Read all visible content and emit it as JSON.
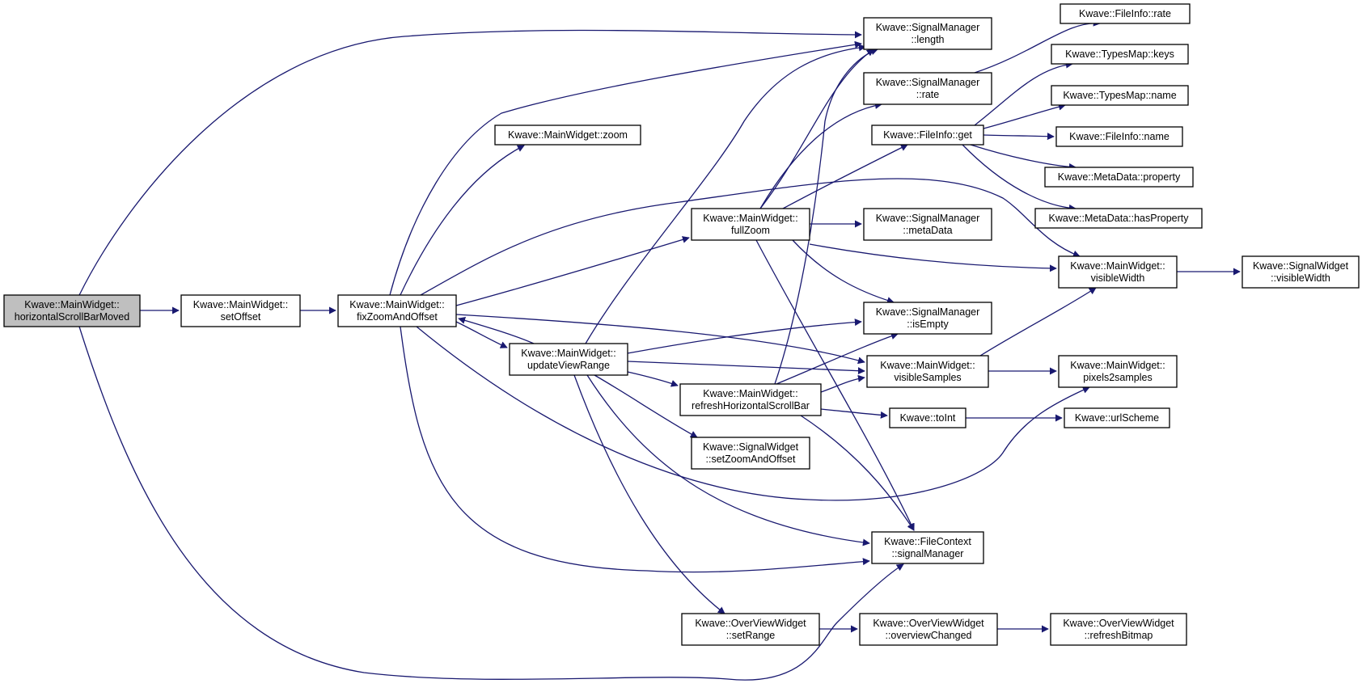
{
  "diagram": {
    "type": "call-graph",
    "edge_color": "#191970",
    "root_fill": "#bfbfbf",
    "node_fill": "#ffffff",
    "nodes": [
      {
        "id": "hsbm",
        "lines": [
          "Kwave::MainWidget::",
          "horizontalScrollBarMoved"
        ],
        "root": true
      },
      {
        "id": "setOffset",
        "lines": [
          "Kwave::MainWidget::",
          "setOffset"
        ]
      },
      {
        "id": "fixZoom",
        "lines": [
          "Kwave::MainWidget::",
          "fixZoomAndOffset"
        ]
      },
      {
        "id": "zoom",
        "lines": [
          "Kwave::MainWidget::zoom"
        ]
      },
      {
        "id": "updateViewRange",
        "lines": [
          "Kwave::MainWidget::",
          "updateViewRange"
        ]
      },
      {
        "id": "fullZoom",
        "lines": [
          "Kwave::MainWidget::",
          "fullZoom"
        ]
      },
      {
        "id": "refreshHSB",
        "lines": [
          "Kwave::MainWidget::",
          "refreshHorizontalScrollBar"
        ]
      },
      {
        "id": "setZoomAndOffset",
        "lines": [
          "Kwave::SignalWidget",
          "::setZoomAndOffset"
        ]
      },
      {
        "id": "setRange",
        "lines": [
          "Kwave::OverViewWidget",
          "::setRange"
        ]
      },
      {
        "id": "smLength",
        "lines": [
          "Kwave::SignalManager",
          "::length"
        ]
      },
      {
        "id": "smRate",
        "lines": [
          "Kwave::SignalManager",
          "::rate"
        ]
      },
      {
        "id": "fiGet",
        "lines": [
          "Kwave::FileInfo::get"
        ]
      },
      {
        "id": "smMetaData",
        "lines": [
          "Kwave::SignalManager",
          "::metaData"
        ]
      },
      {
        "id": "smIsEmpty",
        "lines": [
          "Kwave::SignalManager",
          "::isEmpty"
        ]
      },
      {
        "id": "visibleSamples",
        "lines": [
          "Kwave::MainWidget::",
          "visibleSamples"
        ]
      },
      {
        "id": "toInt",
        "lines": [
          "Kwave::toInt"
        ]
      },
      {
        "id": "fcSignalManager",
        "lines": [
          "Kwave::FileContext",
          "::signalManager"
        ]
      },
      {
        "id": "overviewChanged",
        "lines": [
          "Kwave::OverViewWidget",
          "::overviewChanged"
        ]
      },
      {
        "id": "fiRate",
        "lines": [
          "Kwave::FileInfo::rate"
        ]
      },
      {
        "id": "tmKeys",
        "lines": [
          "Kwave::TypesMap::keys"
        ]
      },
      {
        "id": "tmName",
        "lines": [
          "Kwave::TypesMap::name"
        ]
      },
      {
        "id": "fiName",
        "lines": [
          "Kwave::FileInfo::name"
        ]
      },
      {
        "id": "mdProperty",
        "lines": [
          "Kwave::MetaData::property"
        ]
      },
      {
        "id": "mdHasProperty",
        "lines": [
          "Kwave::MetaData::hasProperty"
        ]
      },
      {
        "id": "visibleWidth",
        "lines": [
          "Kwave::MainWidget::",
          "visibleWidth"
        ]
      },
      {
        "id": "pixels2samples",
        "lines": [
          "Kwave::MainWidget::",
          "pixels2samples"
        ]
      },
      {
        "id": "urlScheme",
        "lines": [
          "Kwave::urlScheme"
        ]
      },
      {
        "id": "refreshBitmap",
        "lines": [
          "Kwave::OverViewWidget",
          "::refreshBitmap"
        ]
      },
      {
        "id": "swVisibleWidth",
        "lines": [
          "Kwave::SignalWidget",
          "::visibleWidth"
        ]
      }
    ],
    "edges": [
      {
        "from": "hsbm",
        "to": "setOffset"
      },
      {
        "from": "hsbm",
        "to": "smLength"
      },
      {
        "from": "hsbm",
        "to": "fcSignalManager"
      },
      {
        "from": "setOffset",
        "to": "fixZoom"
      },
      {
        "from": "fixZoom",
        "to": "zoom"
      },
      {
        "from": "fixZoom",
        "to": "smLength"
      },
      {
        "from": "fixZoom",
        "to": "fullZoom"
      },
      {
        "from": "fixZoom",
        "to": "updateViewRange"
      },
      {
        "from": "fixZoom",
        "to": "visibleWidth"
      },
      {
        "from": "fixZoom",
        "to": "visibleSamples"
      },
      {
        "from": "fixZoom",
        "to": "pixels2samples"
      },
      {
        "from": "fixZoom",
        "to": "fcSignalManager"
      },
      {
        "from": "updateViewRange",
        "to": "fixZoom"
      },
      {
        "from": "updateViewRange",
        "to": "smLength"
      },
      {
        "from": "updateViewRange",
        "to": "smIsEmpty"
      },
      {
        "from": "updateViewRange",
        "to": "visibleSamples"
      },
      {
        "from": "updateViewRange",
        "to": "refreshHSB"
      },
      {
        "from": "updateViewRange",
        "to": "setZoomAndOffset"
      },
      {
        "from": "updateViewRange",
        "to": "fcSignalManager"
      },
      {
        "from": "updateViewRange",
        "to": "setRange"
      },
      {
        "from": "fullZoom",
        "to": "smLength"
      },
      {
        "from": "fullZoom",
        "to": "smRate"
      },
      {
        "from": "fullZoom",
        "to": "fiGet"
      },
      {
        "from": "fullZoom",
        "to": "smMetaData"
      },
      {
        "from": "fullZoom",
        "to": "smIsEmpty"
      },
      {
        "from": "fullZoom",
        "to": "visibleWidth"
      },
      {
        "from": "fullZoom",
        "to": "fcSignalManager"
      },
      {
        "from": "refreshHSB",
        "to": "smLength"
      },
      {
        "from": "refreshHSB",
        "to": "smIsEmpty"
      },
      {
        "from": "refreshHSB",
        "to": "visibleSamples"
      },
      {
        "from": "refreshHSB",
        "to": "toInt"
      },
      {
        "from": "refreshHSB",
        "to": "fcSignalManager"
      },
      {
        "from": "setRange",
        "to": "overviewChanged"
      },
      {
        "from": "overviewChanged",
        "to": "refreshBitmap"
      },
      {
        "from": "smRate",
        "to": "fiRate"
      },
      {
        "from": "fiGet",
        "to": "tmKeys"
      },
      {
        "from": "fiGet",
        "to": "tmName"
      },
      {
        "from": "fiGet",
        "to": "fiName"
      },
      {
        "from": "fiGet",
        "to": "mdProperty"
      },
      {
        "from": "fiGet",
        "to": "mdHasProperty"
      },
      {
        "from": "visibleSamples",
        "to": "visibleWidth"
      },
      {
        "from": "visibleSamples",
        "to": "pixels2samples"
      },
      {
        "from": "visibleWidth",
        "to": "swVisibleWidth"
      },
      {
        "from": "toInt",
        "to": "urlScheme"
      }
    ]
  }
}
